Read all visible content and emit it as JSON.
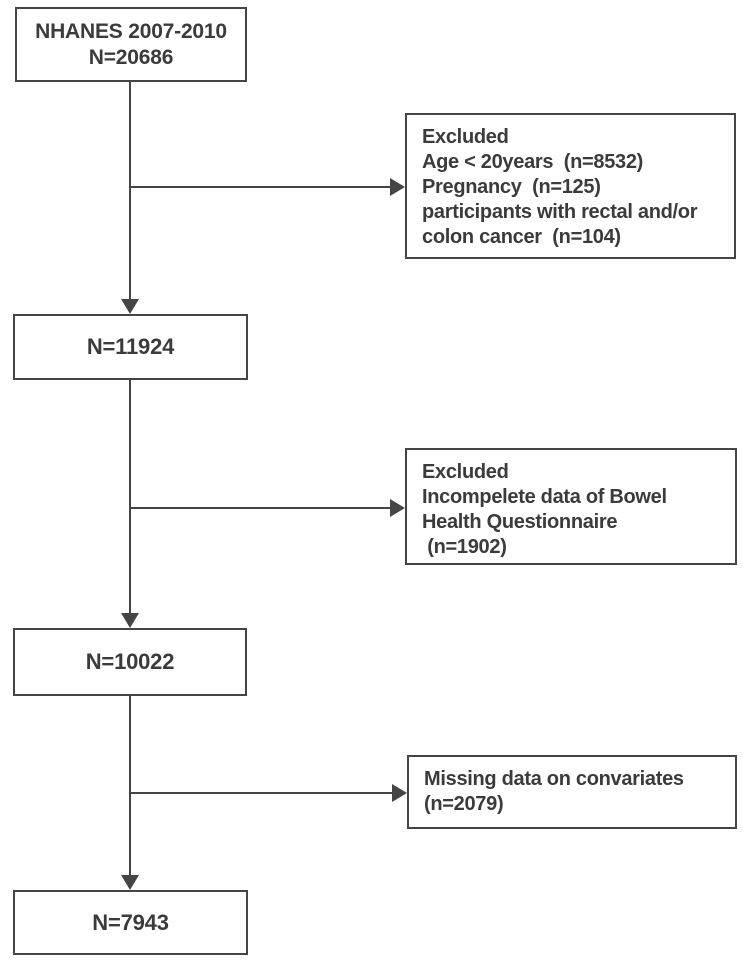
{
  "colors": {
    "line": "#454545",
    "text": "#3b3b3b",
    "background": "#ffffff"
  },
  "boxes": {
    "start": {
      "lines": [
        "NHANES 2007-2010",
        "N=20686"
      ]
    },
    "excluded_step1": {
      "lines": [
        "Excluded",
        "Age < 20years  (n=8532)",
        "Pregnancy  (n=125)",
        "participants with rectal and/or",
        "colon cancer  (n=104)"
      ]
    },
    "after_step1": {
      "label": "N=11924"
    },
    "excluded_step2": {
      "lines": [
        "Excluded",
        "Incompelete data of Bowel",
        "Health Questionnaire",
        " (n=1902)"
      ]
    },
    "after_step2": {
      "label": "N=10022"
    },
    "excluded_step3": {
      "lines": [
        "Missing data on convariates",
        "(n=2079)"
      ]
    },
    "after_step3": {
      "label": "N=7943"
    }
  }
}
